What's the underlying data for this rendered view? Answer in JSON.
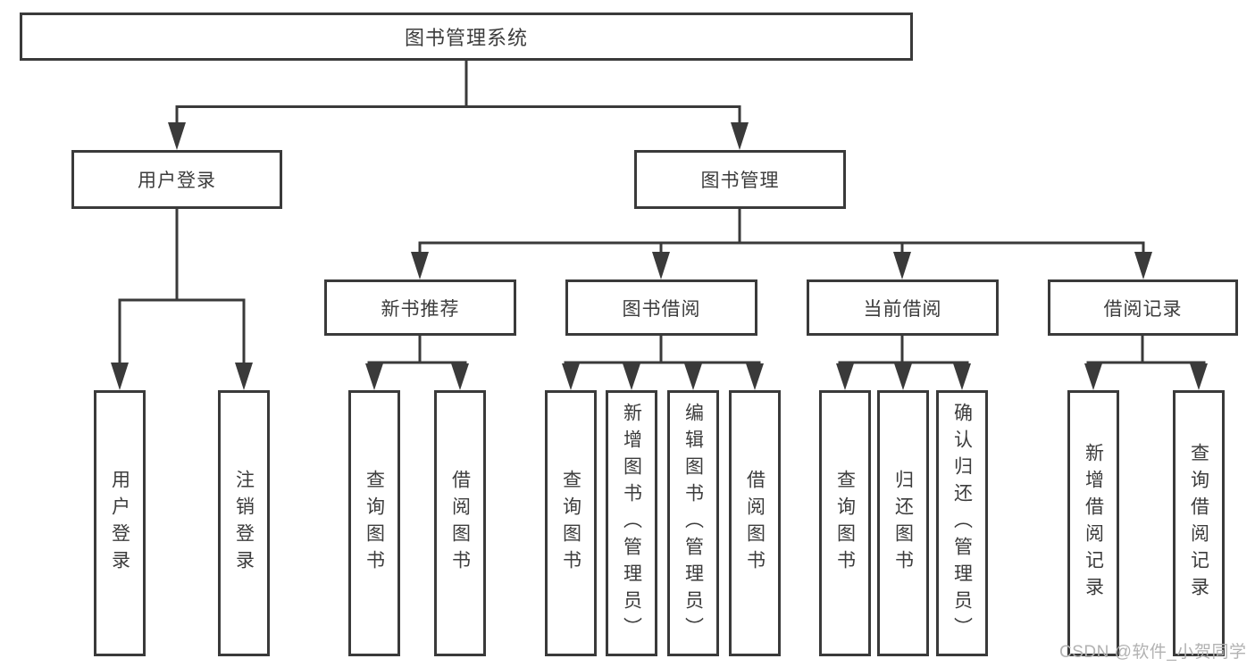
{
  "tree": {
    "root": "图书管理系统",
    "branches": [
      {
        "label": "用户登录",
        "leaves": [
          "用户登录",
          "注销登录"
        ]
      },
      {
        "label": "图书管理",
        "groups": [
          {
            "label": "新书推荐",
            "leaves": [
              "查询图书",
              "借阅图书"
            ]
          },
          {
            "label": "图书借阅",
            "leaves": [
              "查询图书",
              "新增图书（管理员）",
              "编辑图书（管理员）",
              "借阅图书"
            ]
          },
          {
            "label": "当前借阅",
            "leaves": [
              "查询图书",
              "归还图书",
              "确认归还（管理员）"
            ]
          },
          {
            "label": "借阅记录",
            "leaves": [
              "新增借阅记录",
              "查询借阅记录"
            ]
          }
        ]
      }
    ]
  },
  "watermark": "CSDN @软件_小贺同学",
  "colors": {
    "line": "#3a3a3a",
    "text": "#3c3c3c",
    "box_fill": "#ffffff",
    "watermark": "#b2b2b2",
    "background": "#ffffff"
  }
}
